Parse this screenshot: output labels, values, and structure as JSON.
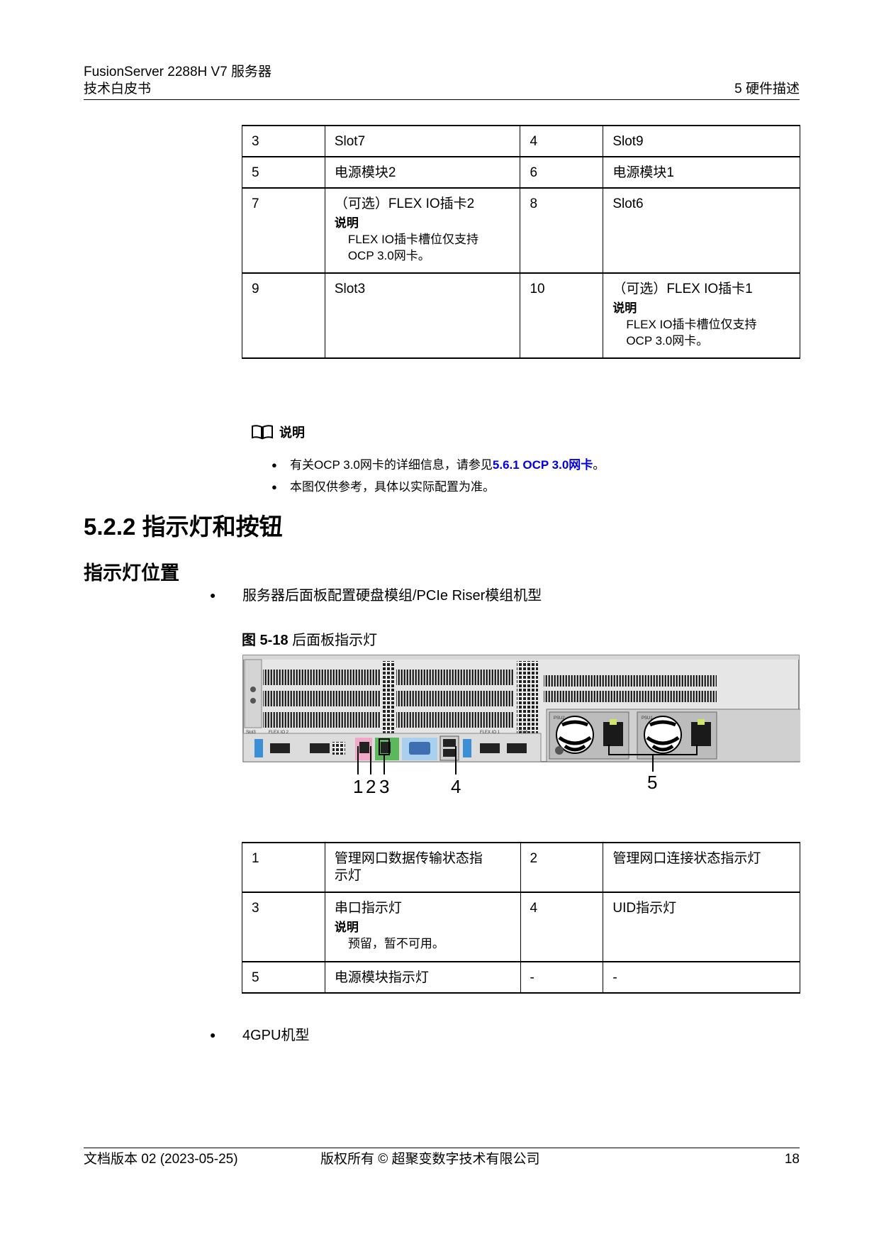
{
  "header": {
    "product": "FusionServer 2288H V7 服务器",
    "doc_type": "技术白皮书",
    "chapter": "5 硬件描述"
  },
  "table1": {
    "rows": [
      {
        "n1": "3",
        "v1": "Slot7",
        "n2": "4",
        "v2": "Slot9"
      },
      {
        "n1": "5",
        "v1": "电源模块2",
        "n2": "6",
        "v2": "电源模块1"
      },
      {
        "n1": "7",
        "v1": "（可选）FLEX IO插卡2",
        "note1_title": "说明",
        "note1_line1": "FLEX IO插卡槽位仅支持",
        "note1_line2": "OCP 3.0网卡。",
        "n2": "8",
        "v2": "Slot6"
      },
      {
        "n1": "9",
        "v1": "Slot3",
        "n2": "10",
        "v2": "（可选）FLEX IO插卡1",
        "note2_title": "说明",
        "note2_line1": "FLEX IO插卡槽位仅支持",
        "note2_line2": "OCP 3.0网卡。"
      }
    ]
  },
  "note": {
    "title": "说明",
    "item1_prefix": "有关OCP 3.0网卡的详细信息，请参见",
    "item1_link": "5.6.1 OCP 3.0网卡",
    "item1_suffix": "。",
    "item2": "本图仅供参考，具体以实际配置为准。"
  },
  "section": {
    "heading": "5.2.2 指示灯和按钮",
    "subheading": "指示灯位置",
    "bullet1": "服务器后面板配置硬盘模组/PCIe Riser模组机型",
    "bullet2": "4GPU机型"
  },
  "figure": {
    "caption_label": "图 5-18",
    "caption_text": "后面板指示灯",
    "callouts": [
      "1",
      "2",
      "3",
      "4",
      "5"
    ],
    "panel_labels": [
      "FLEX IO 2",
      "FLEX IO 1",
      "Slot3",
      "Slot6",
      "PSU2",
      "PSU1"
    ]
  },
  "table2": {
    "rows": [
      {
        "n1": "1",
        "v1_line1": "管理网口数据传输状态指",
        "v1_line2": "示灯",
        "n2": "2",
        "v2": "管理网口连接状态指示灯"
      },
      {
        "n1": "3",
        "v1": "串口指示灯",
        "note_title": "说明",
        "note_text": "预留，暂不可用。",
        "n2": "4",
        "v2": "UID指示灯"
      },
      {
        "n1": "5",
        "v1": "电源模块指示灯",
        "n2": "-",
        "v2": "-"
      }
    ]
  },
  "footer": {
    "version": "文档版本 02 (2023-05-25)",
    "copyright": "版权所有 © 超聚变数字技术有限公司",
    "page": "18"
  }
}
